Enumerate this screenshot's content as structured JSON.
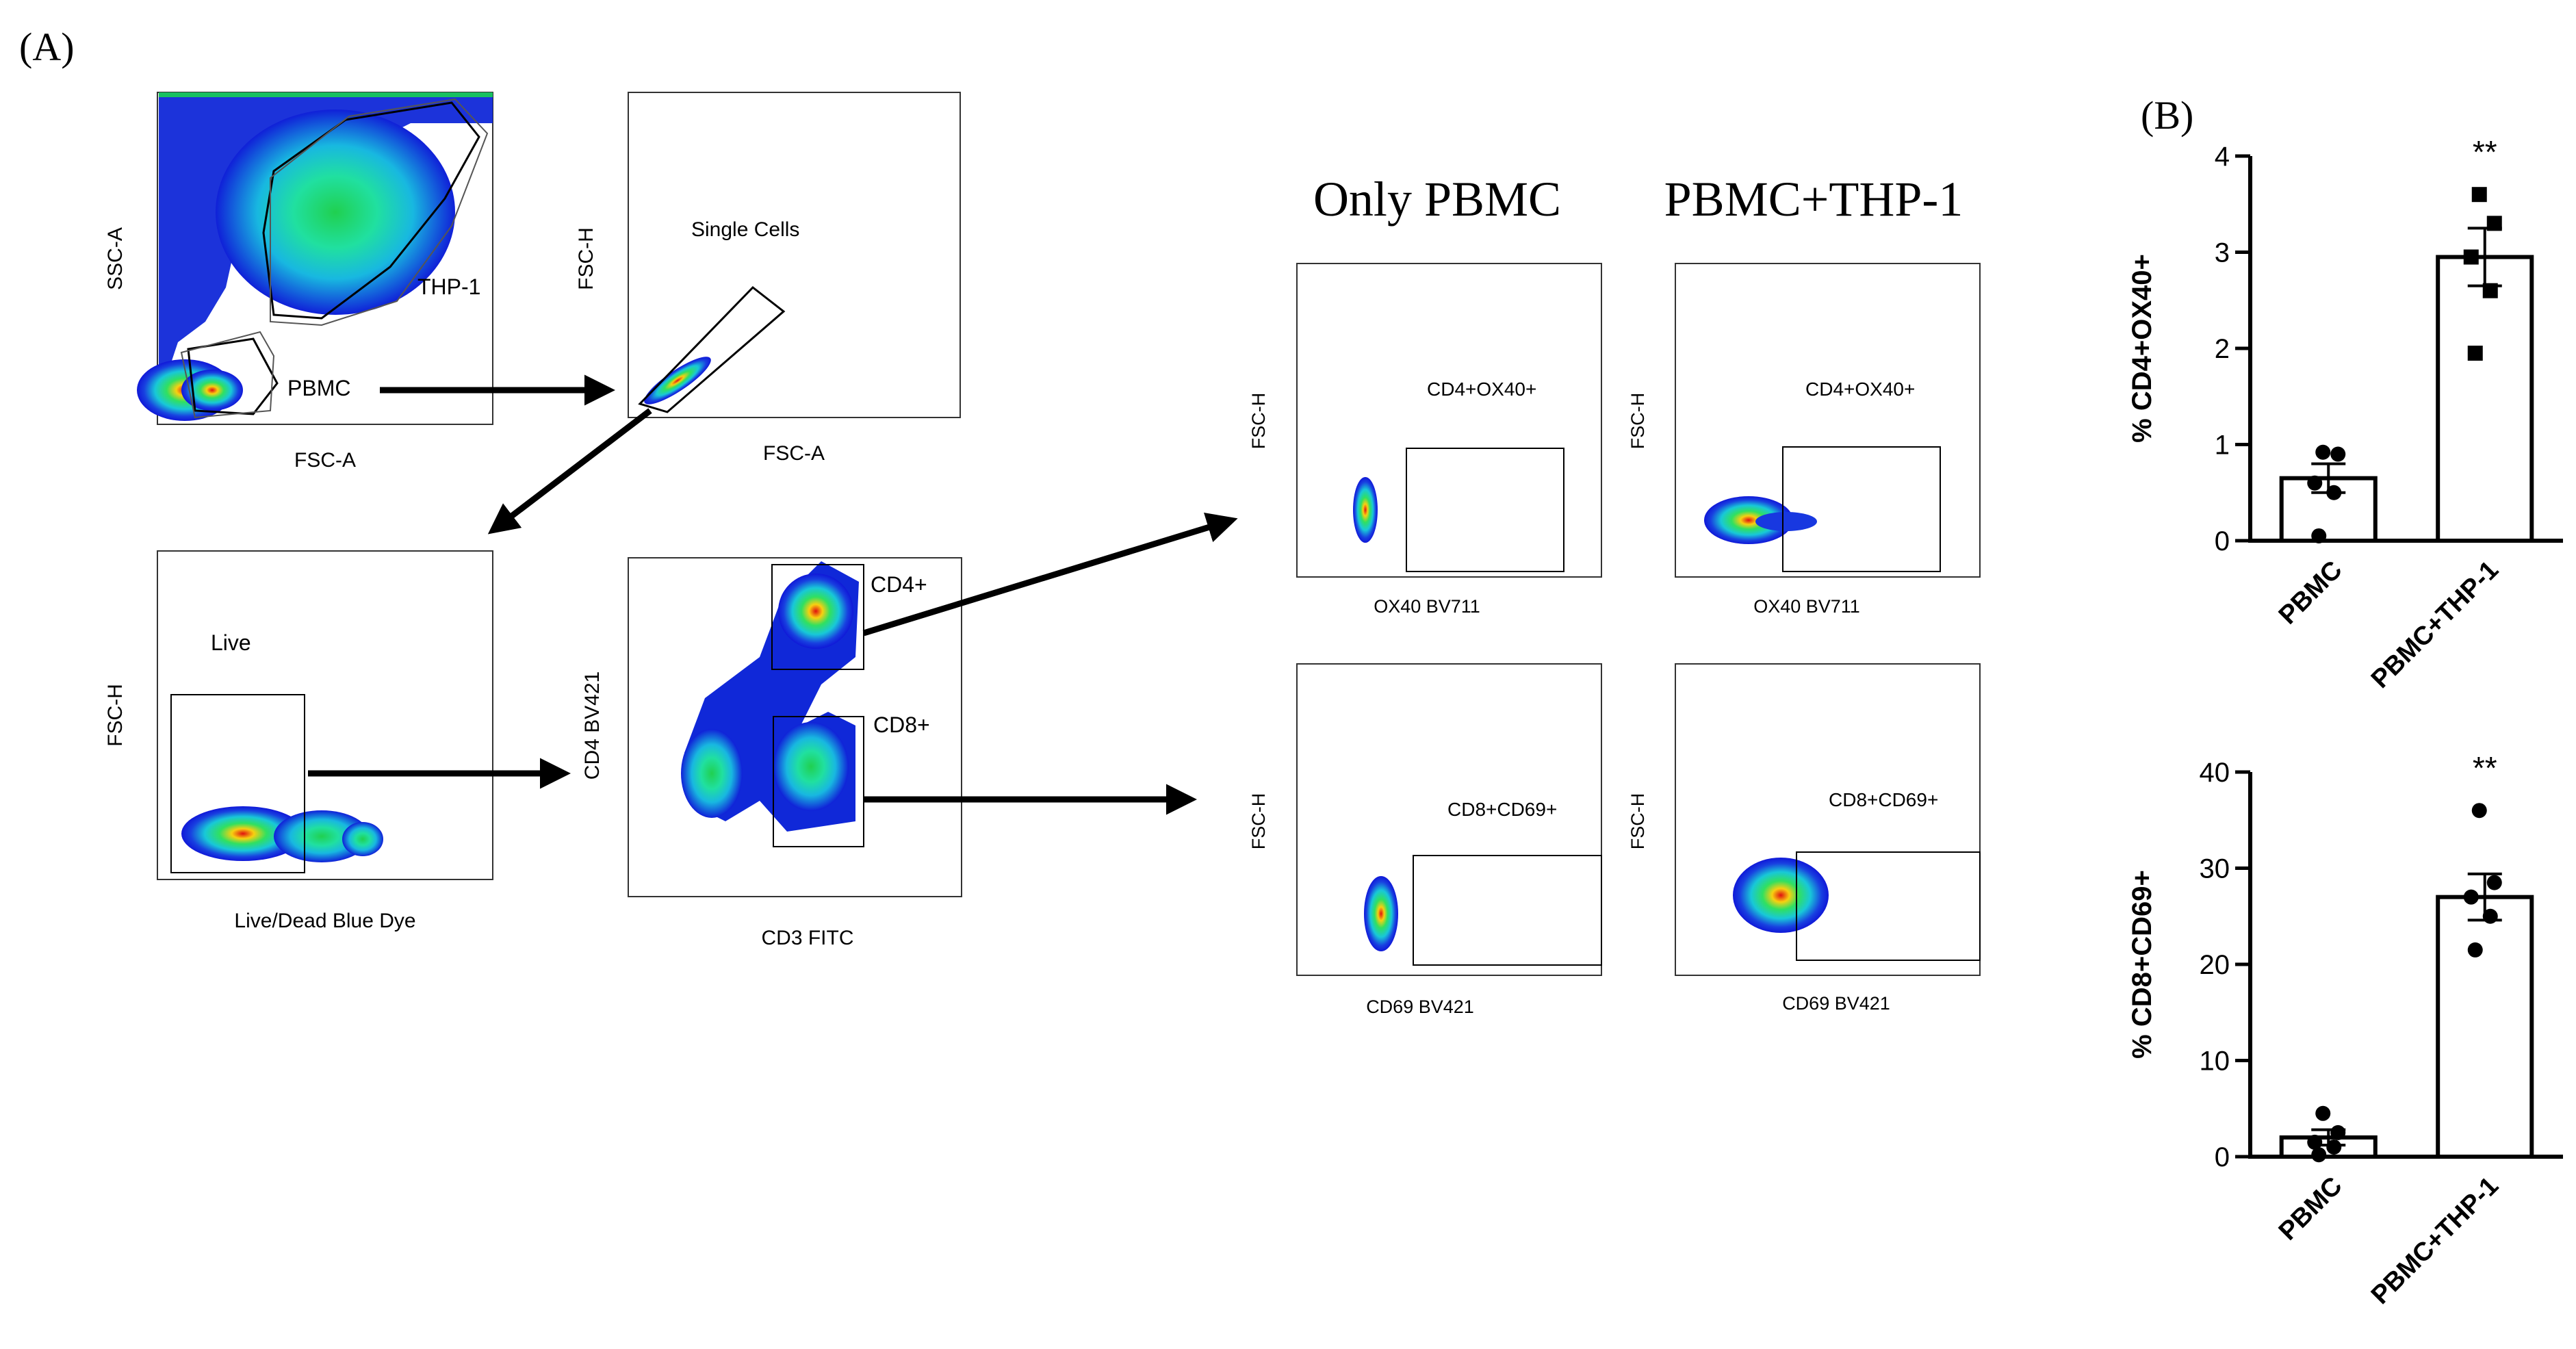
{
  "panel_labels": {
    "a": "(A)",
    "b": "(B)"
  },
  "gating": {
    "p1": {
      "ylabel": "SSC-A",
      "xlabel": "FSC-A",
      "gate_thp1": "THP-1",
      "gate_pbmc": "PBMC"
    },
    "p2": {
      "ylabel": "FSC-H",
      "xlabel": "FSC-A",
      "gate": "Single Cells"
    },
    "p3": {
      "ylabel": "FSC-H",
      "xlabel": "Live/Dead Blue Dye",
      "gate": "Live"
    },
    "p4": {
      "ylabel": "CD4 BV421",
      "xlabel": "CD3 FITC",
      "gate_cd4": "CD4+",
      "gate_cd8": "CD8+"
    }
  },
  "conditions": {
    "only": "Only PBMC",
    "with": "PBMC+THP-1"
  },
  "act": {
    "ox40_only": {
      "ylabel": "FSC-H",
      "xlabel": "OX40 BV711",
      "gate": "CD4+OX40+"
    },
    "ox40_with": {
      "ylabel": "FSC-H",
      "xlabel": "OX40 BV711",
      "gate": "CD4+OX40+"
    },
    "cd69_only": {
      "ylabel": "FSC-H",
      "xlabel": "CD69 BV421",
      "gate": "CD8+CD69+"
    },
    "cd69_with": {
      "ylabel": "FSC-H",
      "xlabel": "CD69 BV421",
      "gate": "CD8+CD69+"
    }
  },
  "colors": {
    "density_low": "#1018d8",
    "density_mid": "#1ce0c8",
    "density_peak": "#e01010",
    "bar": "#ffffff",
    "ink": "#000000"
  },
  "chart_data": [
    {
      "type": "bar",
      "categories": [
        "PBMC",
        "PBMC+THP-1"
      ],
      "values": [
        0.65,
        2.95
      ],
      "errors": [
        0.15,
        0.3
      ],
      "points": [
        [
          0.92,
          0.9,
          0.6,
          0.5,
          0.05
        ],
        [
          3.6,
          3.3,
          2.95,
          2.6,
          1.95
        ]
      ],
      "significance": [
        "",
        "**"
      ],
      "ylabel": "% CD4+OX40+",
      "ylim": [
        0,
        4
      ],
      "yticks": [
        "0",
        "1",
        "2",
        "3",
        "4"
      ]
    },
    {
      "type": "bar",
      "categories": [
        "PBMC",
        "PBMC+THP-1"
      ],
      "values": [
        2.0,
        27.0
      ],
      "errors": [
        0.8,
        2.4
      ],
      "points": [
        [
          4.5,
          2.5,
          1.5,
          1.0,
          0.2
        ],
        [
          36.0,
          28.5,
          27.0,
          25.0,
          21.5
        ]
      ],
      "significance": [
        "",
        "**"
      ],
      "ylabel": "% CD8+CD69+",
      "ylim": [
        0,
        40
      ],
      "yticks": [
        "0",
        "10",
        "20",
        "30",
        "40"
      ]
    }
  ]
}
